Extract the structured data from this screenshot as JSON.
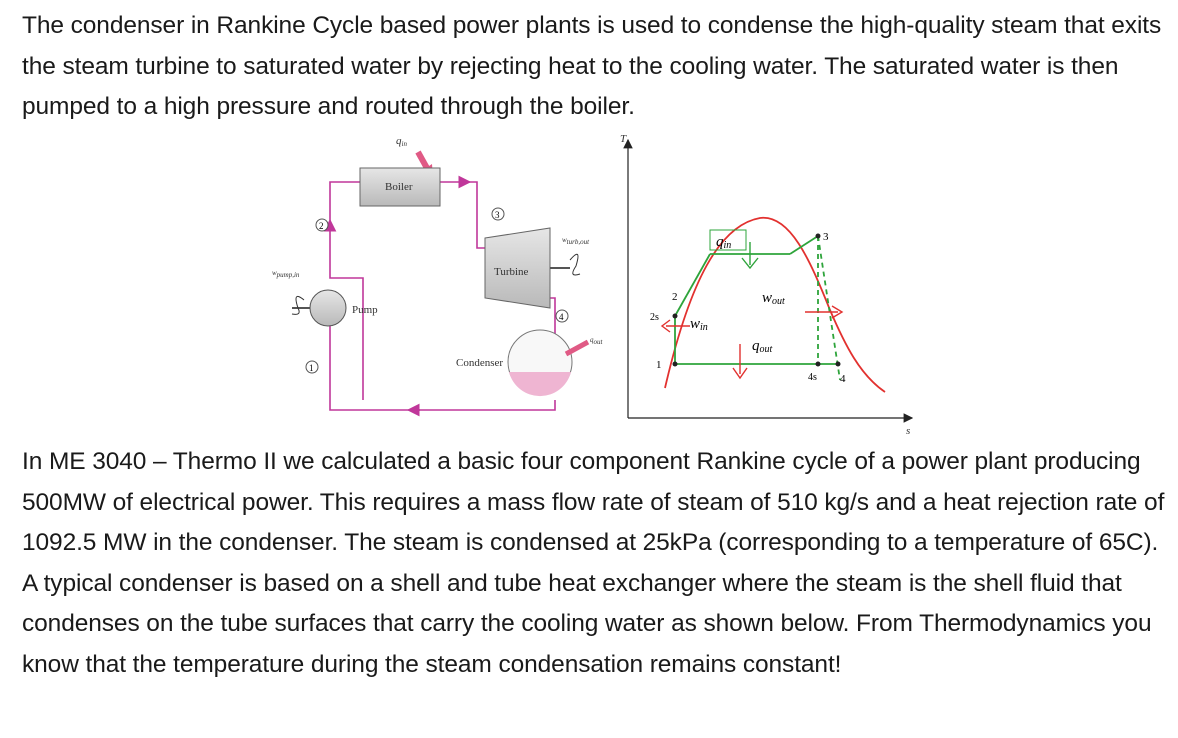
{
  "paragraphs": {
    "p1": "The condenser in Rankine Cycle based power plants is used to condense the high-quality steam that exits the steam turbine to saturated water by rejecting heat to the cooling water. The saturated water is then pumped to a high pressure and routed through the boiler.",
    "p2": "In ME 3040 – Thermo II we calculated a basic four component Rankine cycle of a power plant producing 500MW of electrical power. This requires a mass flow rate of steam of 510 kg/s and a heat rejection rate of 1092.5 MW in the condenser. The steam is condensed at 25kPa (corresponding to a temperature of 65C). A typical condenser is based on a shell and tube heat exchanger where the steam is the shell fluid that condenses on the tube surfaces that carry the cooling water as shown below. From Thermodynamics you know that the temperature during the steam condensation remains constant!"
  },
  "schematic": {
    "q_in": "q",
    "q_in_sub": "in",
    "boiler": "Boiler",
    "turbine": "Turbine",
    "pump": "Pump",
    "condenser": "Condenser",
    "w_turb": "w",
    "w_turb_sub": "turb,out",
    "w_pump": "w",
    "w_pump_sub": "pump,in",
    "q_out": "q",
    "q_out_sub": "out",
    "state1": "1",
    "state2": "2",
    "state3": "3",
    "state4": "4"
  },
  "ts_diagram": {
    "t_axis": "T",
    "s_axis": "s",
    "q_in": "q",
    "q_in_sub": "in",
    "w_out": "w",
    "w_out_sub": "out",
    "w_in": "w",
    "w_in_sub": "in",
    "q_out": "q",
    "q_out_sub": "out",
    "pt1": "1",
    "pt2": "2",
    "pt2s": "2s",
    "pt3": "3",
    "pt4": "4",
    "pt4s": "4s",
    "colors": {
      "dome": "#e2312f",
      "process": "#2ea43b",
      "pipe": "#c0379a",
      "arrow": "#e83e6b"
    }
  }
}
